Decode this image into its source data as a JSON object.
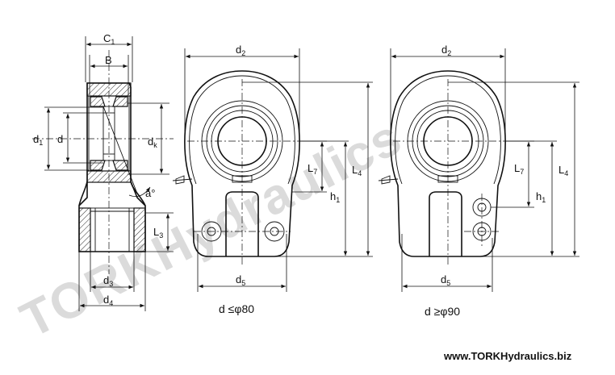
{
  "watermark": "TORKHydraulics",
  "website": "www.TORKHydraulics.biz",
  "captions": {
    "left_view": "d ≤φ80",
    "right_view": "d ≥φ90"
  },
  "section_view": {
    "labels": {
      "C1": "C",
      "C1_sub": "1",
      "B": "B",
      "d1": "d",
      "d1_sub": "1",
      "d": "d",
      "dk": "d",
      "dk_sub": "k",
      "alpha": "a°",
      "L3": "L",
      "L3_sub": "3",
      "d3": "d",
      "d3_sub": "3",
      "d4": "d",
      "d4_sub": "4"
    }
  },
  "front_view_small": {
    "labels": {
      "d2": "d",
      "d2_sub": "2",
      "L7": "L",
      "L7_sub": "7",
      "L4": "L",
      "L4_sub": "4",
      "h1": "h",
      "h1_sub": "1",
      "d5": "d",
      "d5_sub": "5"
    }
  },
  "front_view_large": {
    "labels": {
      "d2": "d",
      "d2_sub": "2",
      "L7": "L",
      "L7_sub": "7",
      "L4": "L",
      "L4_sub": "4",
      "h1": "h",
      "h1_sub": "1",
      "d5": "d",
      "d5_sub": "5"
    }
  }
}
